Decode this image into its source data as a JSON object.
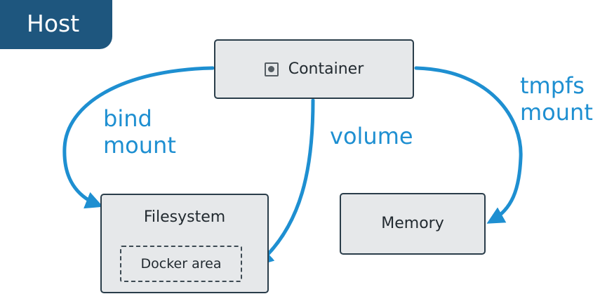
{
  "host": {
    "label": "Host"
  },
  "nodes": {
    "container": "Container",
    "filesystem": "Filesystem",
    "docker_area": "Docker area",
    "memory": "Memory"
  },
  "edges": {
    "bind_line1": "bind",
    "bind_line2": "mount",
    "volume": "volume",
    "tmpfs_line1": "tmpfs",
    "tmpfs_line2": "mount"
  },
  "colors": {
    "host_tab": "#1e567e",
    "arrow": "#1e8fd1",
    "box_fill": "#e6e8ea",
    "box_border": "#2a3d4a"
  },
  "icons": {
    "container": "container-icon"
  }
}
